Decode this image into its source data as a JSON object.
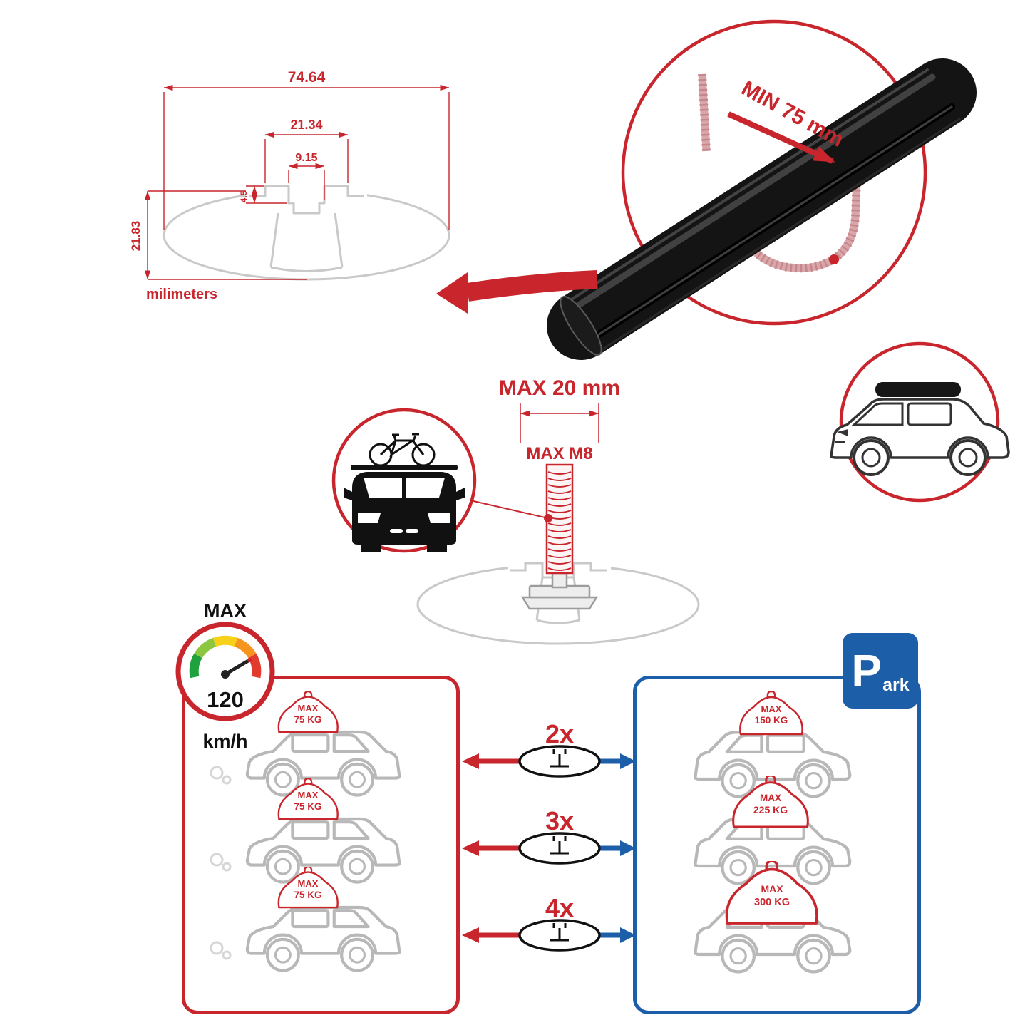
{
  "dims": {
    "total_width": "74.64",
    "outer_width": "21.34",
    "inner_width": "9.15",
    "step_height": "4.5",
    "bar_height": "21.83",
    "unit": "milimeters"
  },
  "bar_detail": {
    "min_clamp": "MIN 75 mm"
  },
  "bolt": {
    "max_length": "MAX 20 mm",
    "max_thread": "MAX M8"
  },
  "speed": {
    "label": "MAX",
    "value": "120",
    "unit": "km/h"
  },
  "park": {
    "letter": "P",
    "rest": "ark"
  },
  "load_comparison": {
    "rows": [
      {
        "multiplier": "2x",
        "left": {
          "label": "MAX",
          "weight": "75 KG"
        },
        "right": {
          "label": "MAX",
          "weight": "150 KG"
        }
      },
      {
        "multiplier": "3x",
        "left": {
          "label": "MAX",
          "weight": "75 KG"
        },
        "right": {
          "label": "MAX",
          "weight": "225 KG"
        }
      },
      {
        "multiplier": "4x",
        "left": {
          "label": "MAX",
          "weight": "75 KG"
        },
        "right": {
          "label": "MAX",
          "weight": "300 KG"
        }
      }
    ]
  },
  "colors": {
    "accent_red": "#c9252c",
    "accent_blue": "#1c5fa8",
    "line_gray": "#c9c9c9",
    "bar_black": "#141414"
  }
}
